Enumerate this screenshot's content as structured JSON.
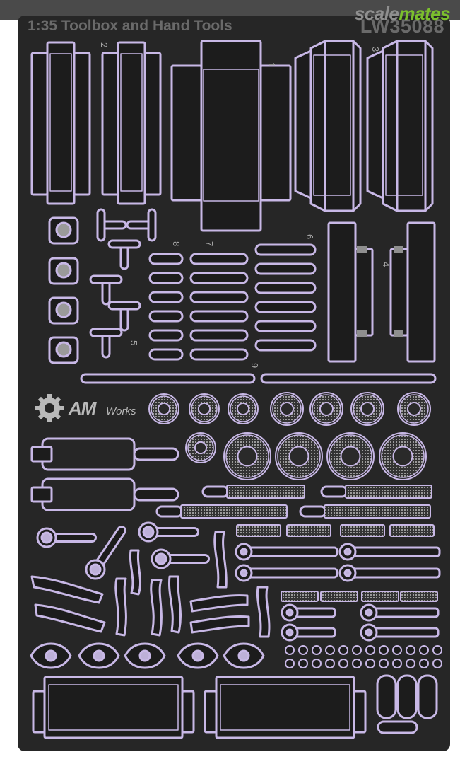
{
  "watermark": {
    "part1": "scale",
    "part2": "mates"
  },
  "sheet": {
    "title": "1:35 Toolbox and Hand Tools",
    "code": "LW35088",
    "part_numbers": [
      "1",
      "2",
      "3",
      "4",
      "5",
      "6",
      "7",
      "8",
      "9"
    ],
    "logo_am": "AM",
    "logo_works": "Works"
  },
  "colors": {
    "frame": "#c8b8e6",
    "sheet": "#262626",
    "cutout": "#1a1a1a",
    "accent": "#7bbf2d"
  },
  "icons": {
    "gear": "gear-icon"
  }
}
